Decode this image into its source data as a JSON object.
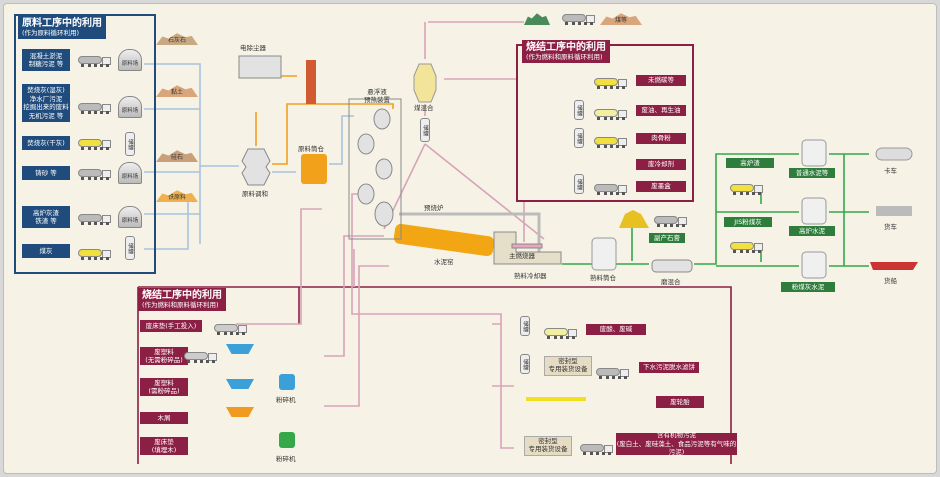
{
  "raw_section": {
    "title": "原料工序中的利用",
    "subtitle": "(作为原料循环利用)",
    "items": [
      {
        "label": "混凝土淤泥\n制糖污泥 等",
        "storage": "原料场"
      },
      {
        "label": "焚烧灰(湿灰)\n净水厂污泥\n挖掘出来的废料\n无机污泥 等",
        "storage": "原料场"
      },
      {
        "label": "焚烧灰(干灰)",
        "storage": "储罐"
      },
      {
        "label": "铸砂 等",
        "storage": "原料场"
      },
      {
        "label": "高炉灰渣\n铁渣 等",
        "storage": "原料场"
      },
      {
        "label": "煤灰",
        "storage": "储罐"
      }
    ],
    "piles": [
      "石灰石",
      "黏土",
      "硅石",
      "铁原料"
    ]
  },
  "process": {
    "electrostatic_precipitator": "电除尘器",
    "raw_mill": "原料调和",
    "raw_silo": "原料筒仓",
    "preheater": "悬浮液\n预热装置",
    "coal_mill": "煤混合",
    "coal_tank": "储罐",
    "precalciner": "预烧炉",
    "kiln": "水泥窑",
    "burner": "主燃烧器",
    "cooler": "熟料冷却器",
    "clinker_silo": "熟料筒仓",
    "gypsum": "副产石膏",
    "finish_mill": "磨混合",
    "coal_pile": "煤等"
  },
  "fuel_section_top": {
    "title": "烧结工序中的利用",
    "subtitle": "(作为燃料和原料循环利用)",
    "tank": "储罐",
    "items": [
      "未燃碳等",
      "废油、再生油",
      "肉骨粉",
      "废冷却剂",
      "废墨盒"
    ]
  },
  "cement": {
    "slag": "高炉渣",
    "fly_ash": "JIS粉煤灰",
    "products": [
      "普通水泥等",
      "高炉水泥",
      "粉煤灰水泥"
    ],
    "transport": [
      "卡车",
      "货车",
      "货船"
    ]
  },
  "fuel_section_bottom": {
    "title": "烧结工序中的利用",
    "subtitle": "(作为燃料和原料循环利用)",
    "left_items": [
      "废床垫(手工投入)",
      "废塑料\n(无需粉碎品)",
      "废塑料\n(需粉碎品)",
      "木屑",
      "废床垫\n(填埋木)"
    ],
    "crusher": "粉碎机",
    "tank": "储罐",
    "sealed": "密封型\n专用装货设备",
    "right_items": [
      "废酸、废碱",
      "下水污泥脱水滤饼",
      "废轮胎",
      "含有机物污泥\n(废白土、废硅藻土、食品污泥等有气味的污泥)"
    ]
  },
  "colors": {
    "blue": "#1f4c7c",
    "maroon": "#8c1f44",
    "green": "#2f7d3c",
    "orange": "#f0a020"
  }
}
